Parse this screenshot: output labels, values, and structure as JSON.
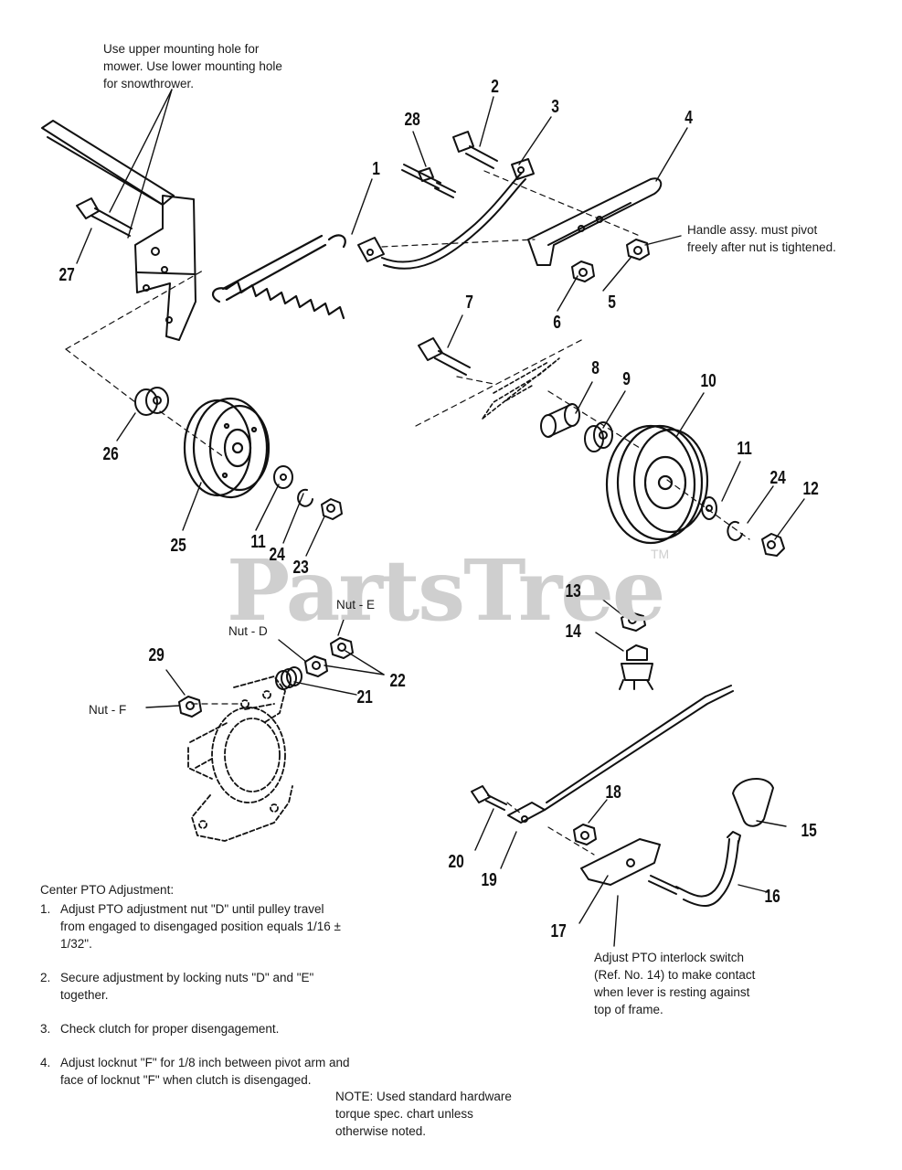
{
  "notes": {
    "mounting_hole": "Use upper mounting hole for\nmower. Use lower mounting hole\nfor snowthrower.",
    "handle_assy": "Handle assy. must pivot\nfreely after nut is tightened.",
    "interlock": "Adjust PTO interlock switch\n(Ref. No. 14) to make contact\nwhen lever is resting against\ntop of frame.",
    "hardware": "NOTE: Used standard hardware\ntorque spec. chart unless\notherwise noted."
  },
  "nut_labels": {
    "nut_d": "Nut - D",
    "nut_e": "Nut - E",
    "nut_f": "Nut - F"
  },
  "pto_adjustment": {
    "heading": "Center PTO Adjustment:",
    "steps": [
      {
        "n": "1.",
        "text": "Adjust PTO adjustment nut \"D\" until pulley travel from engaged to disengaged position equals 1/16 ± 1/32\"."
      },
      {
        "n": "2.",
        "text": "Secure adjustment by locking nuts \"D\" and \"E\" together."
      },
      {
        "n": "3.",
        "text": "Check clutch for proper disengagement."
      },
      {
        "n": "4.",
        "text": "Adjust locknut \"F\" for 1/8 inch between pivot arm and face of locknut \"F\" when clutch is disengaged."
      }
    ]
  },
  "watermark": {
    "text": "PartsTree",
    "tm": "TM"
  },
  "callouts": [
    "1",
    "2",
    "3",
    "4",
    "5",
    "6",
    "7",
    "8",
    "9",
    "10",
    "11",
    "12",
    "13",
    "14",
    "15",
    "16",
    "17",
    "18",
    "19",
    "20",
    "21",
    "22",
    "23",
    "24",
    "25",
    "26",
    "27",
    "28",
    "29"
  ],
  "callouts_repeat": {
    "c11b": "11",
    "c24b": "24"
  }
}
